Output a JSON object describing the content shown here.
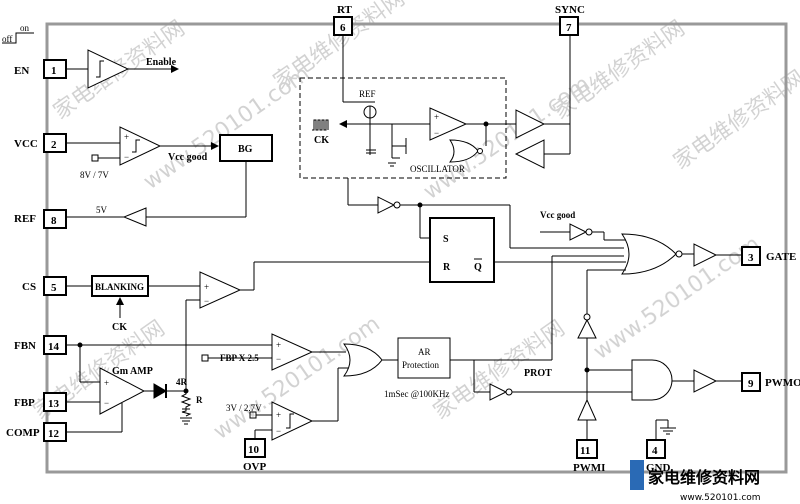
{
  "pins": {
    "en": {
      "label": "EN",
      "num": "1"
    },
    "vcc": {
      "label": "VCC",
      "num": "2"
    },
    "ref": {
      "label": "REF",
      "num": "8"
    },
    "cs": {
      "label": "CS",
      "num": "5"
    },
    "fbn": {
      "label": "FBN",
      "num": "14"
    },
    "fbp": {
      "label": "FBP",
      "num": "13"
    },
    "comp": {
      "label": "COMP",
      "num": "12"
    },
    "rt": {
      "label": "RT",
      "num": "6"
    },
    "sync": {
      "label": "SYNC",
      "num": "7"
    },
    "gate": {
      "label": "GATE",
      "num": "3"
    },
    "pwmo": {
      "label": "PWMO",
      "num": "9"
    },
    "ovp": {
      "label": "OVP",
      "num": "10"
    },
    "pwmi": {
      "label": "PWMI",
      "num": "11"
    },
    "gnd": {
      "label": "GND",
      "num": "4"
    }
  },
  "labels": {
    "off": "off",
    "on": "on",
    "enable": "Enable",
    "vcc_good": "Vcc good",
    "vcc_good_2": "Vcc good",
    "bg": "BG",
    "uvlo": "8V / 7V",
    "ref_5v": "5V",
    "blanking": "BLANKING",
    "ck_blank": "CK",
    "ck_osc": "CK",
    "ref_osc": "REF",
    "oscillator": "OSCILLATOR",
    "sr_s": "S",
    "sr_r": "R",
    "sr_q": "Q",
    "gm_amp": "Gm AMP",
    "r4": "4R",
    "r1": "R",
    "fbp_x": "FBP X 2.5",
    "ovp_th": "3V / 2.7V",
    "ar_line1": "AR",
    "ar_line2": "Protection",
    "ar_time": "1mSec @100KHz",
    "prot": "PROT"
  },
  "watermark": {
    "text": "家电维修资料网",
    "url": "www.520101.com",
    "logo_text": "家电维修资料网",
    "logo_url": "www.520101.com"
  }
}
